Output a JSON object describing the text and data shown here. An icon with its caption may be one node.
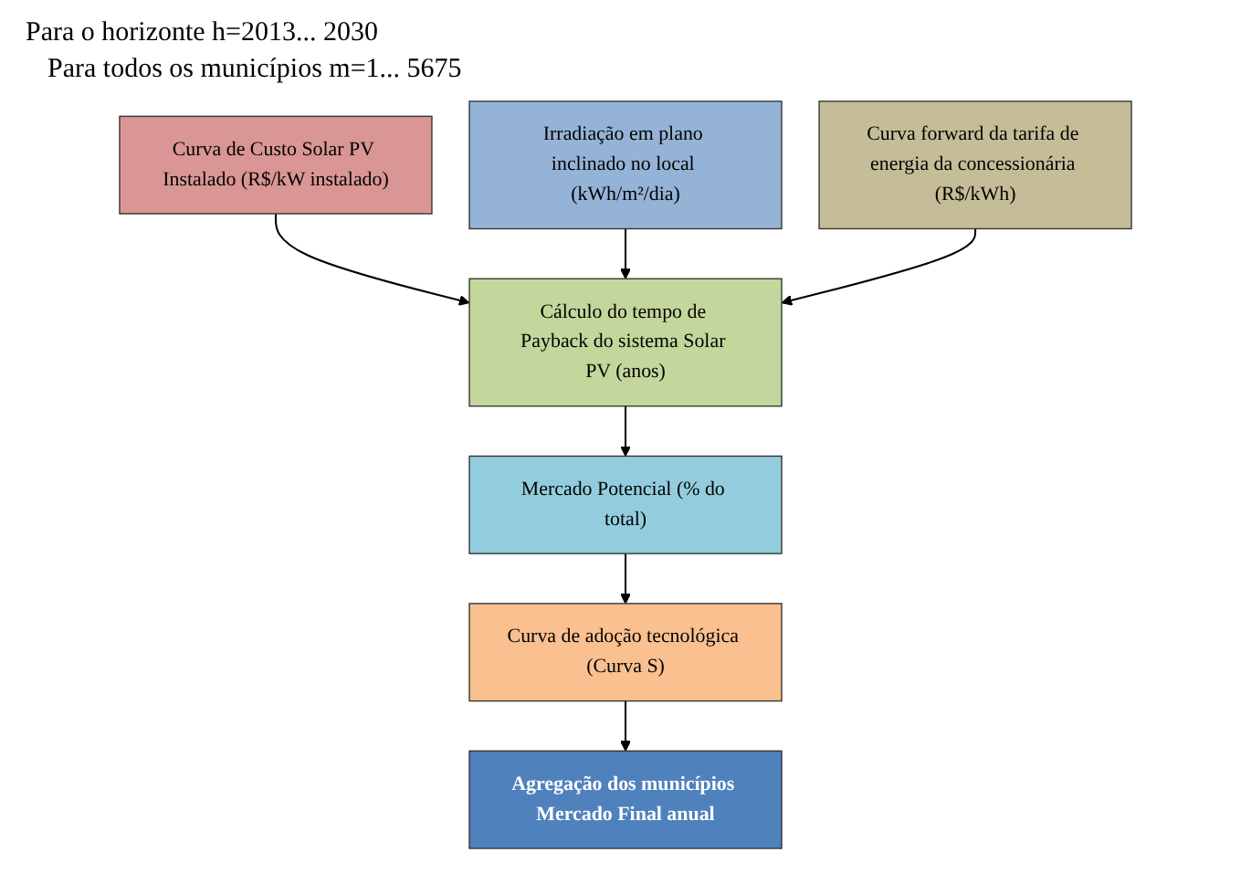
{
  "diagram": {
    "nodes": [
      {
        "text": [
          "Curva de Custo Solar PV Instalado (R$/kW instalado)"
        ]
      },
      {
        "text": [
          "Irradiação em plano inclinado no local (kWh/m²/dia)"
        ]
      },
      {
        "text": [
          "Curva forward da tarifa de energia da concessionária (R$/kWh)"
        ]
      },
      {
        "text": [
          "Cálculo do tempo de Payback do sistema Solar PV (anos)"
        ]
      },
      {
        "text": [
          "Mercado Potencial (% do total)"
        ]
      },
      {
        "text": [
          "Curva de adoção tecnológica (Curva S)"
        ]
      },
      {
        "text": [
          "Agregação dos municípios Mercado Final anual"
        ]
      }
    ],
    "edges": [
      {
        "from": 0,
        "to": 3,
        "arrow": "to"
      },
      {
        "from": 1,
        "to": 3,
        "arrow": "to"
      },
      {
        "from": 2,
        "to": 3,
        "arrow": "to"
      },
      {
        "from": 3,
        "to": 4,
        "arrow": "to"
      },
      {
        "from": 4,
        "to": 5,
        "arrow": "to"
      },
      {
        "from": 5,
        "to": 6,
        "arrow": "to"
      }
    ],
    "labels": [
      "Para o horizonte h=2013... 2030",
      "Para todos os municípios m=1... 5675"
    ]
  }
}
